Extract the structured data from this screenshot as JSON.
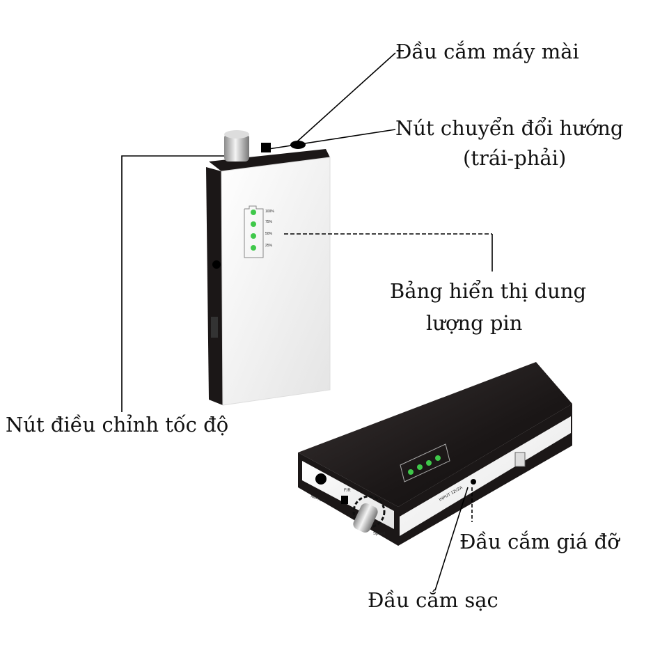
{
  "labels": {
    "grinder_port": "Đầu cắm máy mài",
    "direction_switch_line1": "Nút chuyển đổi hướng",
    "direction_switch_line2": "(trái-phải)",
    "battery_display_line1": "Bảng hiển thị dung lượng pin",
    "battery_display_line1a": "Bảng hiển thị dung",
    "battery_display_line2": "lượng pin",
    "speed_knob": "Nút điều chỉnh tốc độ",
    "holder_port": "Đầu cắm giá đỡ",
    "charging_port": "Đầu cắm sạc"
  },
  "device_markings": {
    "motor": "MOTOR",
    "fr": "F/R",
    "input": "INPUT 12V2A",
    "speed": "Speed",
    "battery_levels": [
      "100%",
      "75%",
      "50%",
      "25%"
    ]
  },
  "colors": {
    "led_green": "#3fc84a",
    "body_black": "#1b1717",
    "body_white": "#f2f2f2"
  }
}
